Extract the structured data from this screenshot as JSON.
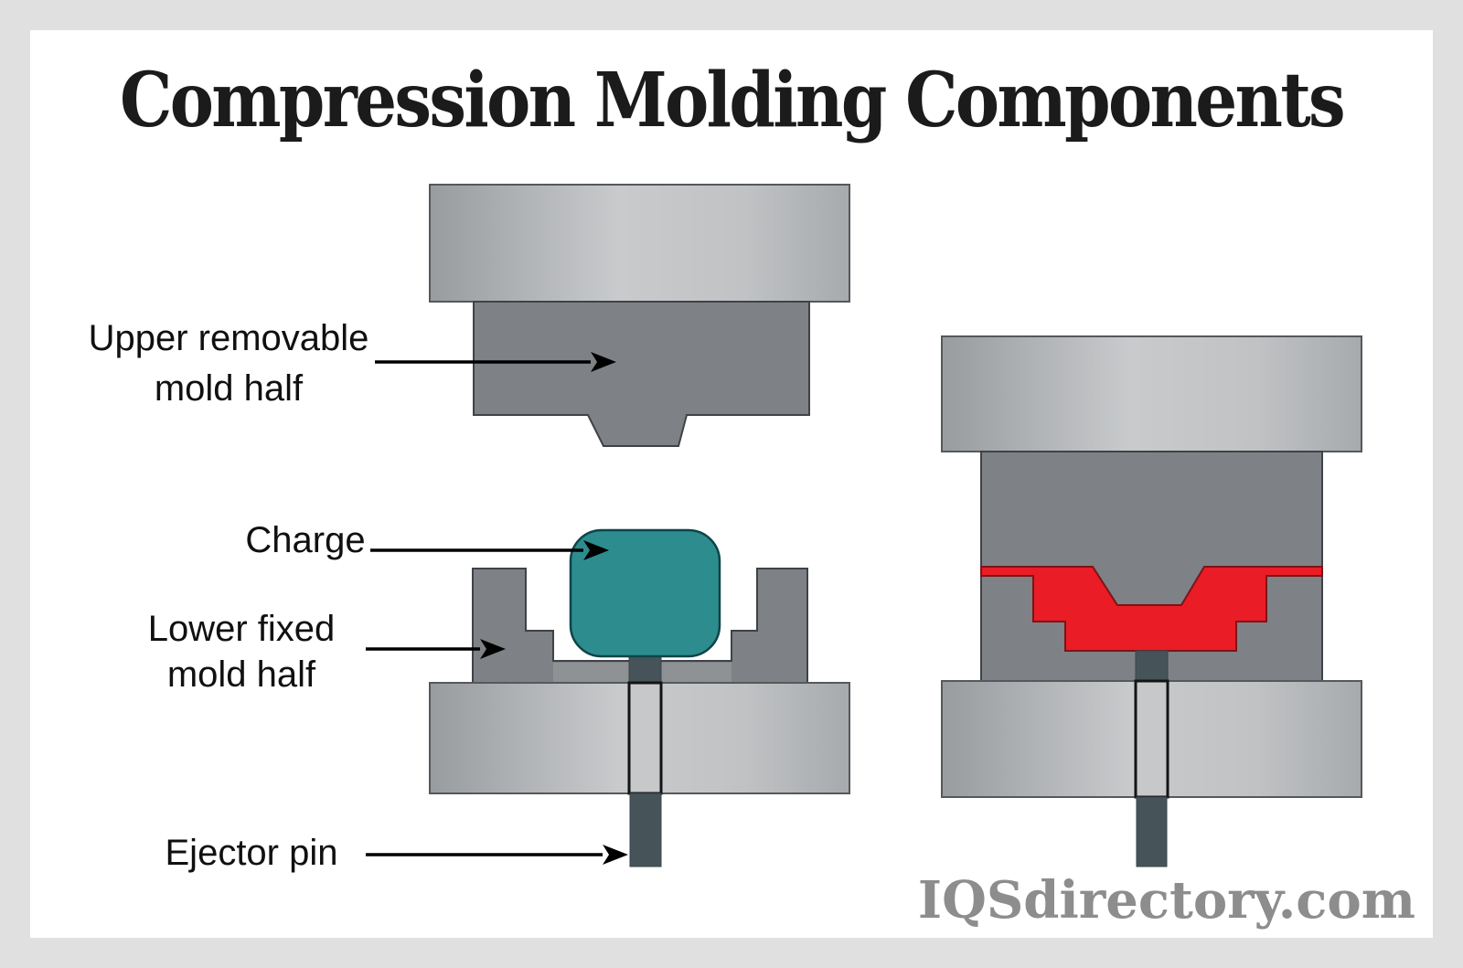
{
  "title": "Compression Molding Components",
  "watermark": "IQSdirectory.com",
  "labels": {
    "upper_mold": {
      "line1": "Upper removable",
      "line2": "mold half"
    },
    "charge": {
      "line1": "Charge"
    },
    "lower_mold": {
      "line1": "Lower fixed",
      "line2": "mold half"
    },
    "ejector_pin": {
      "line1": "Ejector pin"
    }
  },
  "theme": {
    "frame_bg": "#e0e0e0",
    "panel_bg": "#ffffff",
    "title_color": "#1b1b1b",
    "label_color": "#101010",
    "watermark_color": "#8d8d8d",
    "arrow_color": "#000000",
    "plate_g1": "#999c9f",
    "plate_g2": "#c8cacc",
    "plate_g3": "#c0c2c4",
    "plate_g4": "#a7aaad",
    "plate_stroke": "#55585c",
    "mold": "#7e8185",
    "mold_stroke": "#3f4246",
    "ledge": "#8e9295",
    "charge": "#2d8c8e",
    "charge_stroke": "#0d4549",
    "molded_part": "#ea1c25",
    "molded_part_stroke": "#7d1418",
    "pin": "#46545a",
    "pin_stroke": "#39454a",
    "pin_sleeve": "#c6c8ca",
    "pin_sleeve_stroke": "#141414"
  }
}
